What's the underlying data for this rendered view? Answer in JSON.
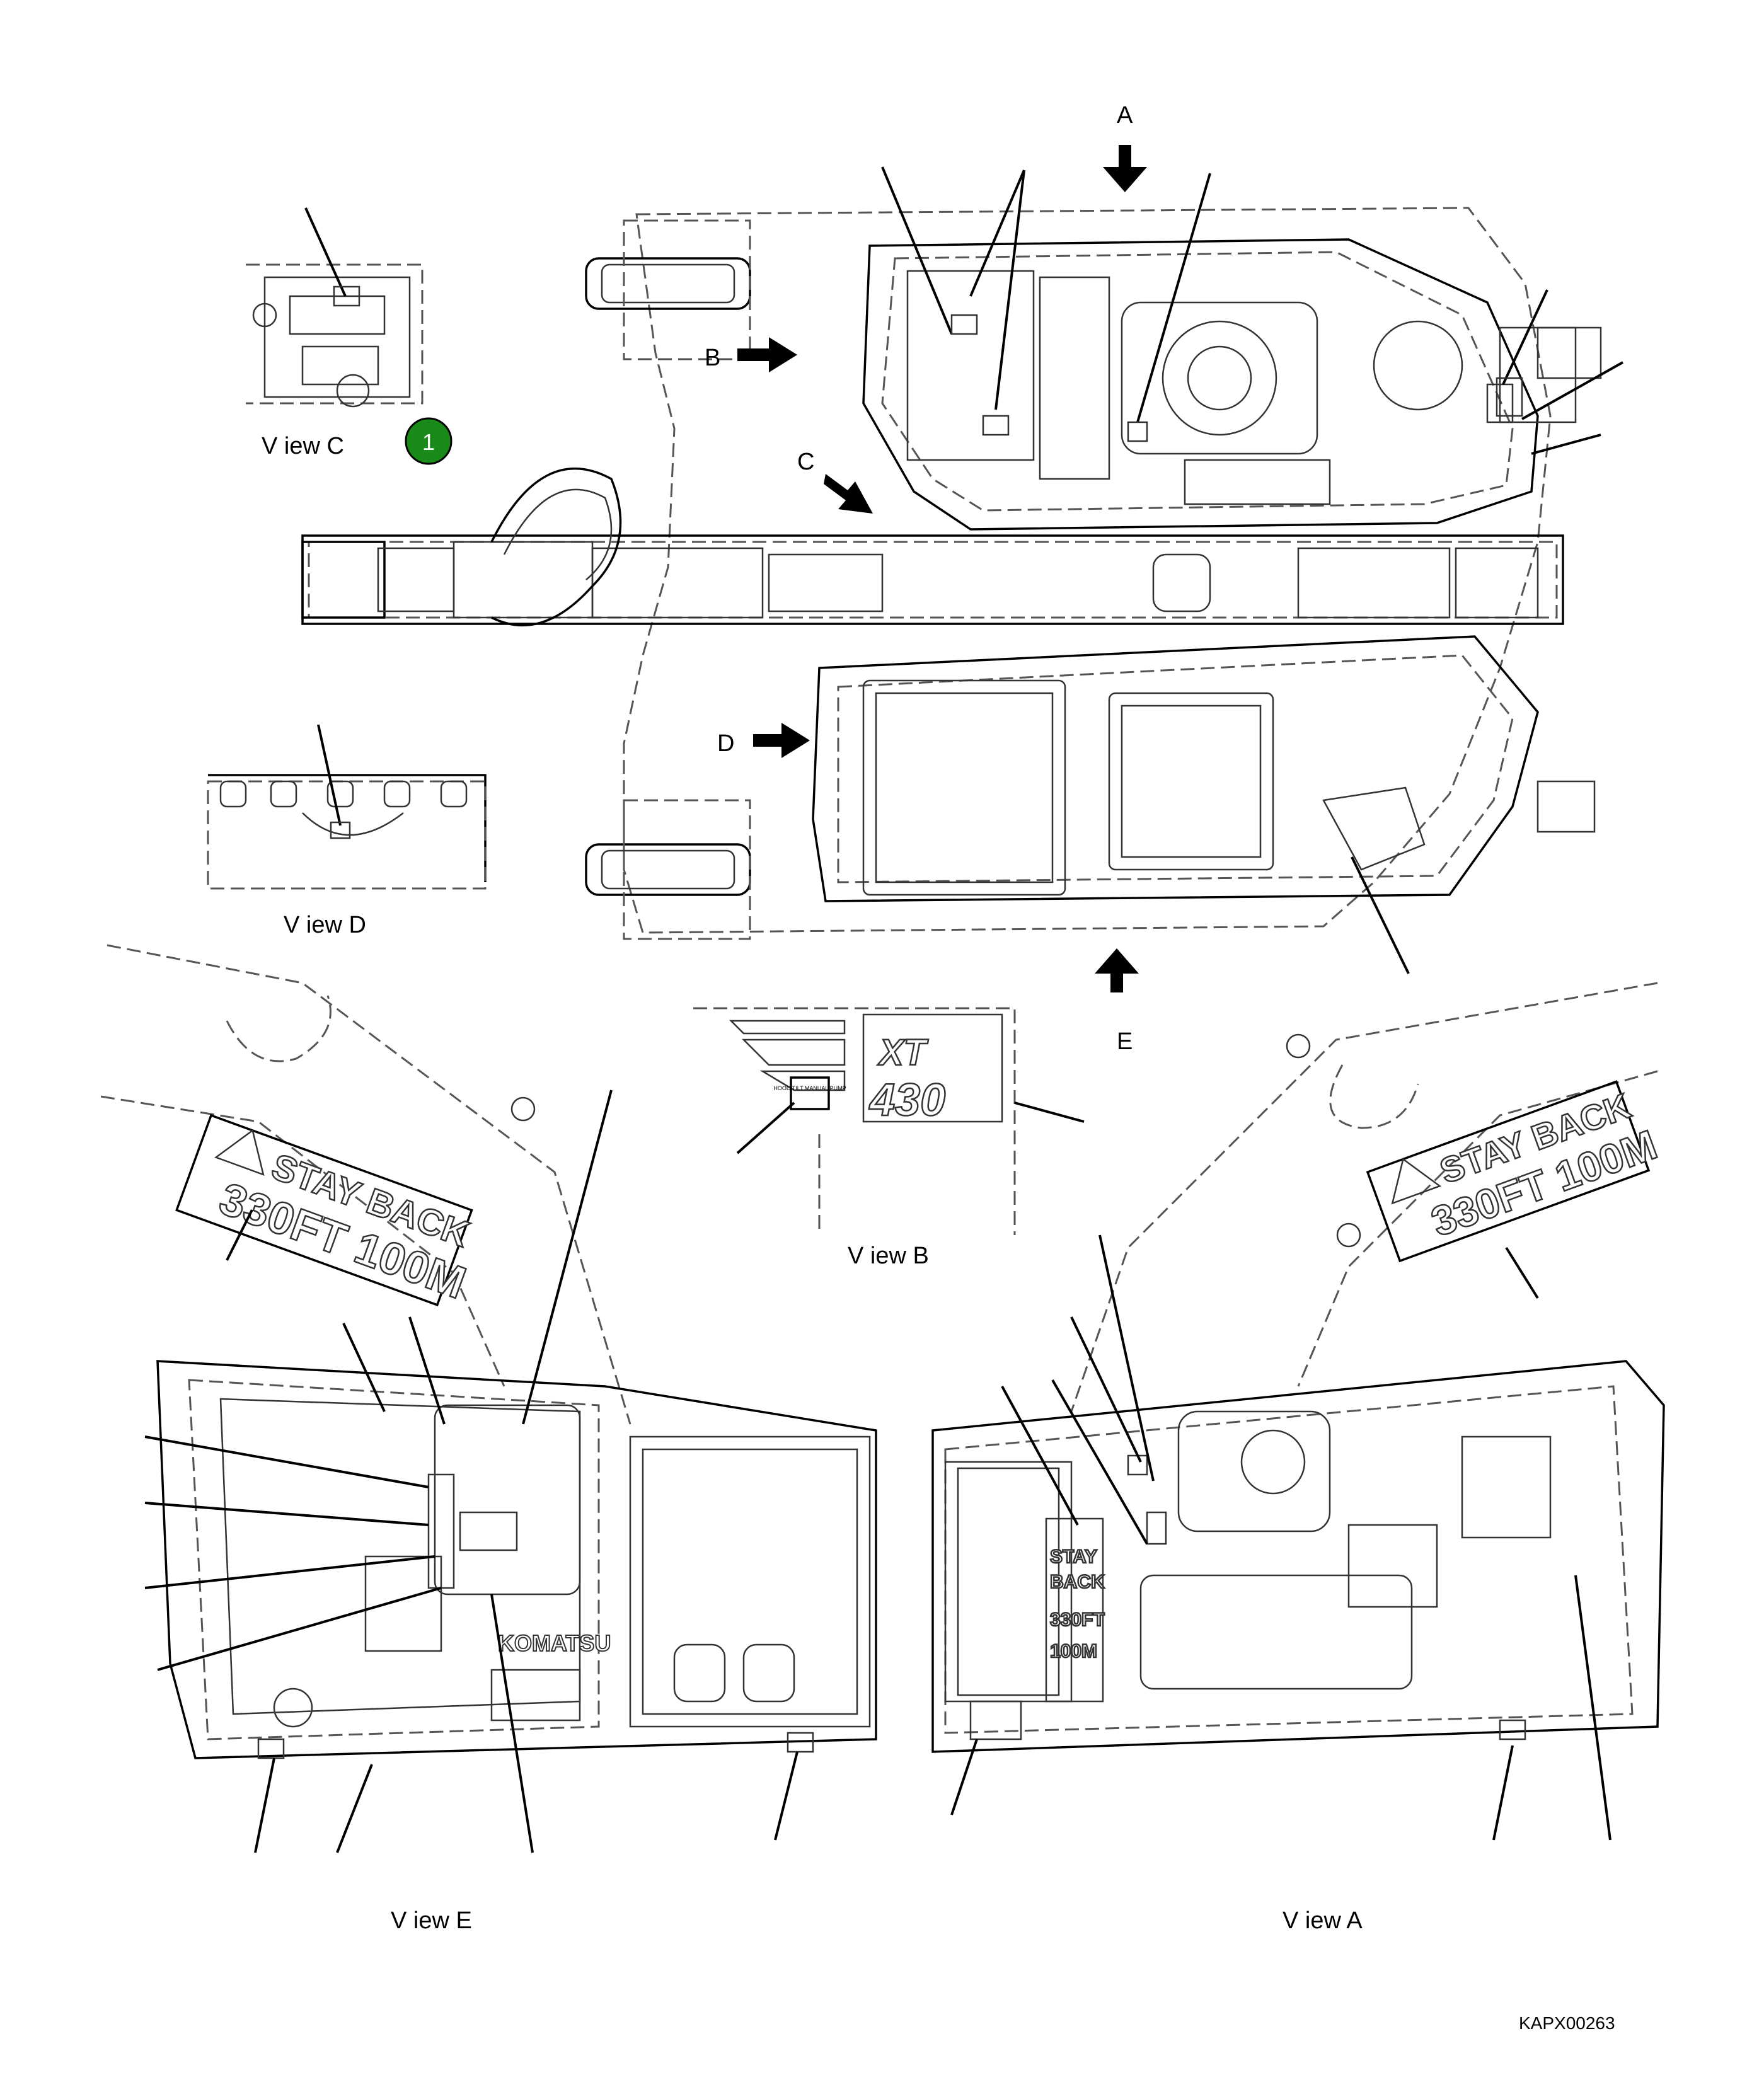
{
  "views": {
    "top_A_label": "A",
    "top_B_label": "B",
    "top_C_label": "C",
    "top_D_label": "D",
    "top_E_label": "E",
    "view_c": "V iew C",
    "view_d": "V iew D",
    "view_b": "V iew B",
    "view_e": "V iew E",
    "view_a": "V iew A"
  },
  "badge": {
    "number": "1",
    "color": "#1a8a1a"
  },
  "decals": {
    "stay_back_line1": "STAY BACK",
    "stay_back_line2": "330FT 100M",
    "model_xt": "XT",
    "model_430": "430",
    "komatsu": "KOMATSU",
    "vert_stay": "STAY",
    "vert_back": "BACK",
    "vert_330": "330FT",
    "vert_100": "100M",
    "hood_tilt": "HOOD TILT MANUAL PUMP"
  },
  "figure_code": "KAPX00263"
}
